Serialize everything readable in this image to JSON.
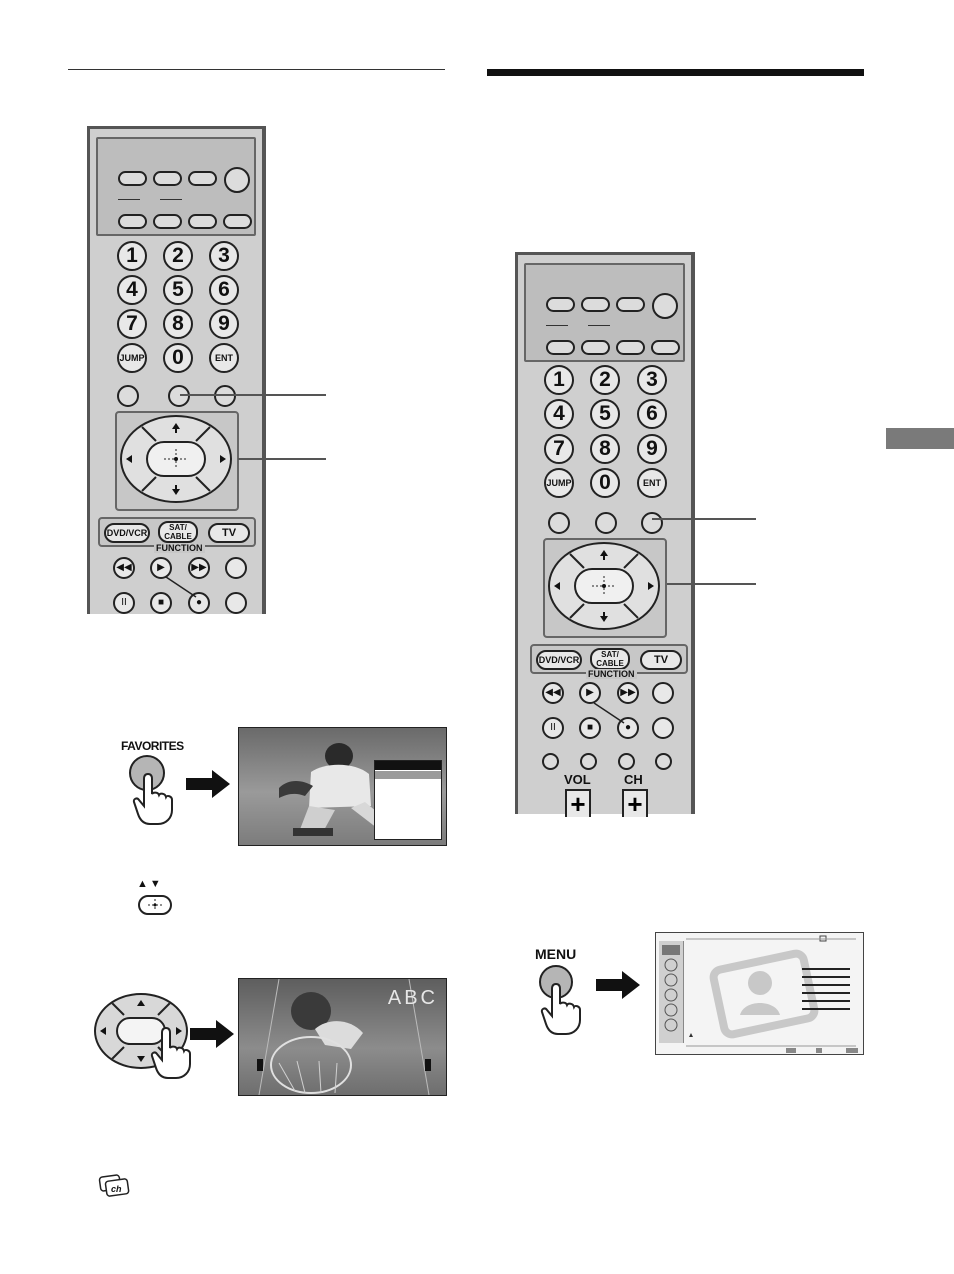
{
  "page_rules": {
    "left_rule_color": "#333333",
    "right_rule_color": "#111111",
    "side_tab_color": "#7a7a7a"
  },
  "remote": {
    "number_keys": [
      "1",
      "2",
      "3",
      "4",
      "5",
      "6",
      "7",
      "8",
      "9",
      "0"
    ],
    "jump_label": "JUMP",
    "ent_label": "ENT",
    "dvd_vcr_label": "DVD/VCR",
    "sat_cable_label": "SAT/\nCABLE",
    "tv_label": "TV",
    "function_label": "FUNCTION",
    "vol_label": "VOL",
    "ch_label": "CH",
    "plus_glyph": "+"
  },
  "steps": {
    "favorites_button_label": "FAVORITES",
    "menu_button_label": "MENU",
    "screen_channel_text": "ABC",
    "arrow_keys_glyph": "▲▼"
  },
  "icons": {
    "arrow": "right-arrow-icon",
    "hand": "pointing-hand-icon",
    "channel": "channel-stack-icon"
  }
}
